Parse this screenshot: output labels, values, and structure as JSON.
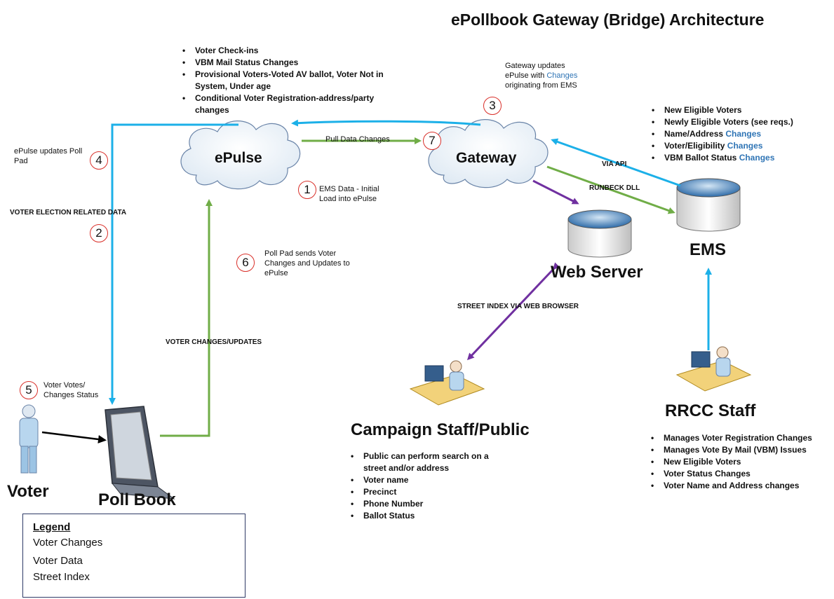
{
  "title": "ePollbook Gateway (Bridge) Architecture",
  "nodes": {
    "epulse": "ePulse",
    "gateway": "Gateway",
    "web_server": "Web Server",
    "ems": "EMS",
    "poll_book": "Poll Book",
    "voter": "Voter",
    "campaign_staff": "Campaign Staff/Public",
    "rrcc_staff": "RRCC Staff"
  },
  "epulse_bullets": [
    "Voter Check-ins",
    "VBM Mail Status Changes",
    "Provisional Voters-Voted AV ballot, Voter Not in System, Under age",
    "Conditional Voter Registration-address/party changes"
  ],
  "ems_bullets": [
    {
      "text": "New Eligible Voters",
      "suffix": ""
    },
    {
      "text": "Newly Eligible Voters (see reqs.)",
      "suffix": ""
    },
    {
      "text": "Name/Address ",
      "suffix": "Changes"
    },
    {
      "text": "Voter/Eligibility ",
      "suffix": "Changes"
    },
    {
      "text": "VBM Ballot Status ",
      "suffix": "Changes"
    }
  ],
  "campaign_bullets": [
    "Public can perform search on a street and/or address",
    "Voter name",
    "Precinct",
    "Phone Number",
    "Ballot Status"
  ],
  "rrcc_bullets": [
    "Manages Voter Registration Changes",
    "Manages Vote By Mail (VBM) Issues",
    "New Eligible Voters",
    "Voter Status Changes",
    "Voter  Name and Address changes"
  ],
  "steps": {
    "s1": {
      "num": "1",
      "text": "EMS Data - Initial Load into ePulse"
    },
    "s2": {
      "num": "2"
    },
    "s3": {
      "num": "3",
      "text_a": "Gateway updates ePulse with",
      "text_b": "Changes",
      "text_c": " originating from  EMS"
    },
    "s4": {
      "num": "4",
      "text": "ePulse updates Poll Pad"
    },
    "s5": {
      "num": "5",
      "text": "Voter Votes/ Changes Status"
    },
    "s6": {
      "num": "6",
      "text": "Poll Pad sends Voter Changes and Updates to ePulse"
    },
    "s7": {
      "num": "7"
    }
  },
  "edge_labels": {
    "pull_data": "Pull Data Changes",
    "voter_election": "VOTER ELECTION RELATED DATA",
    "voter_changes": "VOTER CHANGES/UPDATES",
    "via_api": "VIA API",
    "runbeck": "RUNBECK DLL",
    "street_index": "STREET INDEX VIA WEB BROWSER"
  },
  "legend": {
    "heading": "Legend",
    "items": [
      {
        "label": "Voter Changes",
        "color": "#70ad47"
      },
      {
        "label": "Voter Data",
        "color": "#1cb0e8"
      },
      {
        "label": "Street Index",
        "color": "#7030a0"
      }
    ]
  },
  "colors": {
    "green": "#70ad47",
    "blue": "#1cb0e8",
    "purple": "#7030a0",
    "step_border": "#d9302a"
  }
}
